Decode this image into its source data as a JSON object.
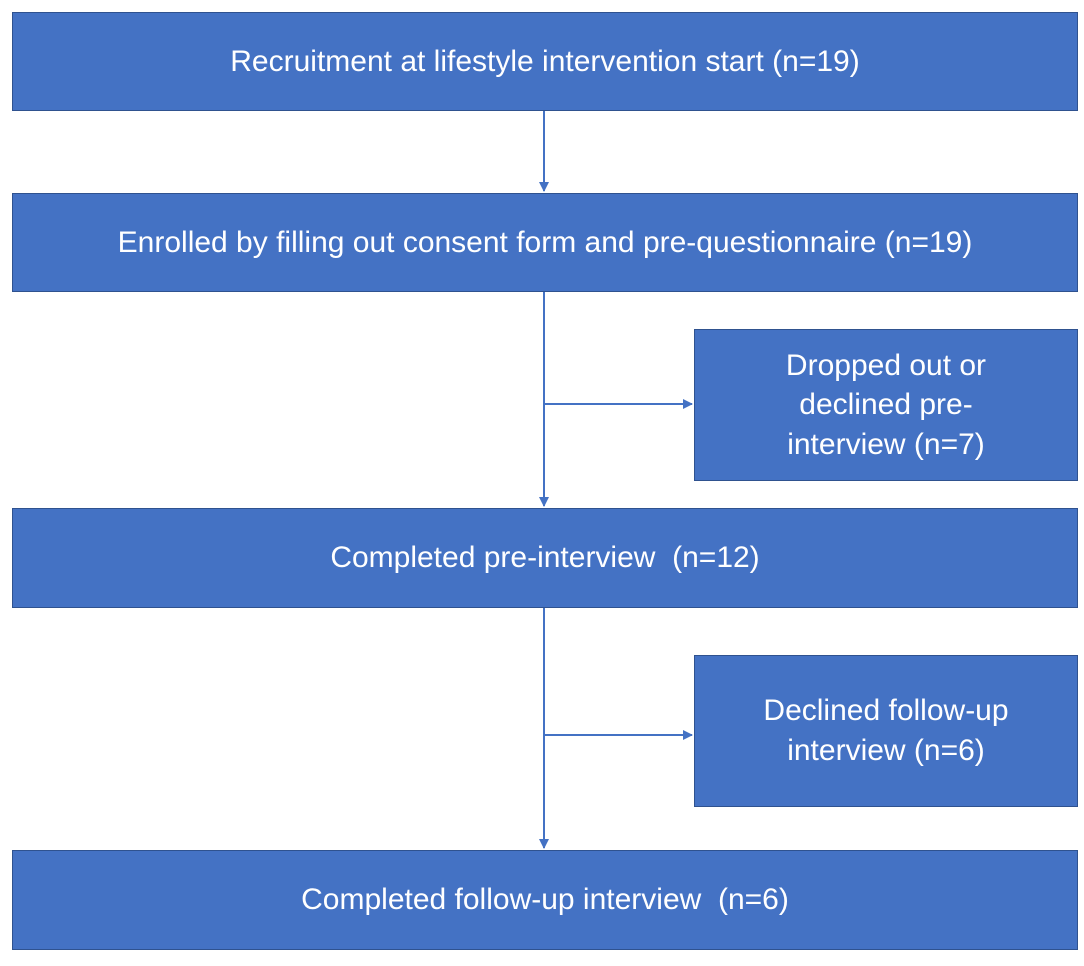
{
  "flowchart": {
    "colors": {
      "box_fill": "#4472c4",
      "box_border": "#2f528f",
      "box_text": "#ffffff",
      "connector": "#4472c4"
    },
    "steps": {
      "recruitment": "Recruitment at lifestyle intervention start (n=19)",
      "enrolled": "Enrolled by filling out consent form and pre-questionnaire (n=19)",
      "pre_interview": "Completed pre-interview  (n=12)",
      "follow_up": "Completed follow-up interview  (n=6)"
    },
    "exclusions": {
      "dropped_out": [
        "Dropped out or",
        "declined pre-",
        "interview (n=7)"
      ],
      "declined_follow_up": [
        "Declined follow-up",
        "interview (n=6)"
      ]
    }
  }
}
